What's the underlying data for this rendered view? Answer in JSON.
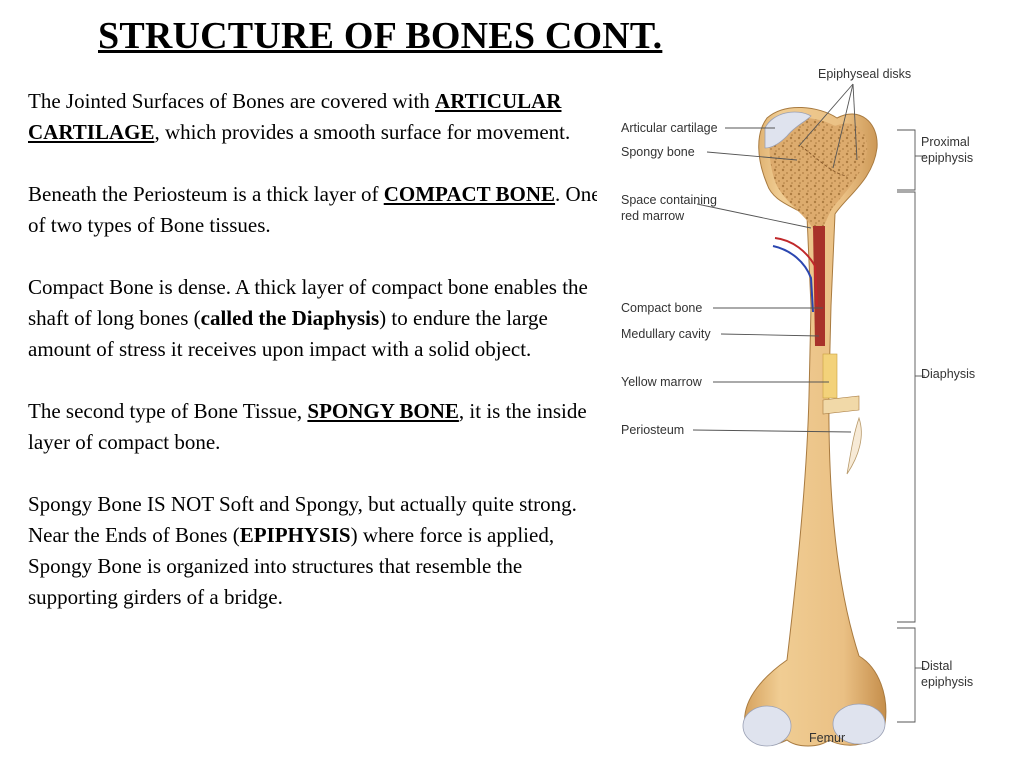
{
  "title": "STRUCTURE  OF BONES CONT.",
  "paragraphs": [
    {
      "a": "The Jointed Surfaces of Bones are covered with ",
      "b": "ARTICULAR CARTILAGE",
      "c": ", which provides a smooth surface for movement."
    },
    {
      "a": "Beneath the Periosteum is a thick layer of ",
      "b": "COMPACT BONE",
      "c": ". One of two types of Bone tissues."
    },
    {
      "a": "Compact Bone is dense. A thick layer of compact bone enables the shaft of long bones (",
      "b": "called the Diaphysis",
      "c": ") to endure the large amount of stress it receives upon impact with a solid object."
    },
    {
      "a": "The second type of Bone Tissue, ",
      "b": "SPONGY BONE",
      "c": ", it is the inside layer of compact bone."
    },
    {
      "a": "Spongy Bone IS NOT Soft and Spongy, but actually quite strong.  Near the Ends of Bones (",
      "b": "EPIPHYSIS",
      "c": ") where force is applied, Spongy Bone is organized into structures that resemble the supporting girders of a bridge."
    }
  ],
  "figure": {
    "labels": {
      "epiphyseal_disks": "Epiphyseal disks",
      "articular_cartilage": "Articular cartilage",
      "spongy_bone": "Spongy bone",
      "space_red_marrow_1": "Space containing",
      "space_red_marrow_2": "red marrow",
      "compact_bone": "Compact bone",
      "medullary_cavity": "Medullary cavity",
      "yellow_marrow": "Yellow marrow",
      "periosteum": "Periosteum",
      "proximal_1": "Proximal",
      "proximal_2": "epiphysis",
      "diaphysis": "Diaphysis",
      "distal_1": "Distal",
      "distal_2": "epiphysis",
      "femur": "Femur"
    },
    "colors": {
      "bone": "#e8c083",
      "bone_dark": "#c9954f",
      "spongy": "#d9a566",
      "cartilage": "#dfe3ee",
      "red_marrow": "#a8322a",
      "yellow_marrow": "#f3d27a",
      "artery": "#c0282a",
      "vein": "#2a46b0"
    }
  }
}
